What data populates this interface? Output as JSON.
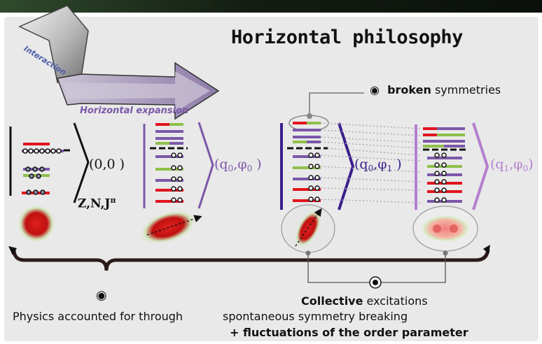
{
  "title": "Horizontal philosophy",
  "arrow_labels": {
    "interaction": "Interaction",
    "horizontal_expansion": "Horizontal expansion"
  },
  "quantum_numbers": "Z,N,J",
  "parity_superscript": "π",
  "kets": [
    {
      "q": "0,0",
      "q_sub": "",
      "phi_sub": "",
      "color": "#111111"
    },
    {
      "q": "q",
      "q_sub": "0",
      "phi_sub": "0",
      "color": "#7b58a8"
    },
    {
      "q": "q",
      "q_sub": "0",
      "phi_sub": "1",
      "color": "#3b1e8c"
    },
    {
      "q": "q",
      "q_sub": "1",
      "phi_sub": "0",
      "color": "#b47fcf"
    }
  ],
  "phi_symbol": "φ",
  "broken_symmetries": {
    "bold": "broken",
    "rest": " symmetries"
  },
  "collective": {
    "bold": "Collective",
    "rest": " excitations"
  },
  "physics_text": "Physics accounted for through",
  "ssb_text": "spontaneous symmetry breaking",
  "fluctuations_text": "+ fluctuations of the order parameter",
  "bullet_symbol": "◉",
  "colors": {
    "red": "#e0141e",
    "green": "#8fbf4a",
    "purple": "#7b58a8",
    "dark_purple": "#3b1e8c",
    "light_purple": "#b47fcf",
    "black": "#111111"
  }
}
